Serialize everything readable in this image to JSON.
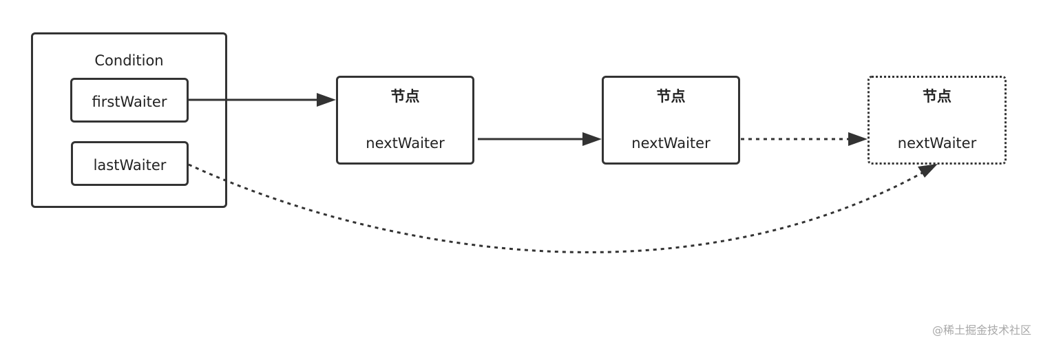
{
  "condition": {
    "title": "Condition",
    "first_field": "firstWaiter",
    "last_field": "lastWaiter"
  },
  "nodes": [
    {
      "title": "节点",
      "field": "nextWaiter",
      "style": "solid"
    },
    {
      "title": "节点",
      "field": "nextWaiter",
      "style": "solid"
    },
    {
      "title": "节点",
      "field": "nextWaiter",
      "style": "dashed"
    }
  ],
  "edges": [
    {
      "from": "firstWaiter",
      "to": "node-1",
      "style": "solid"
    },
    {
      "from": "node-1.nextWaiter",
      "to": "node-2",
      "style": "solid"
    },
    {
      "from": "node-2.nextWaiter",
      "to": "node-3",
      "style": "dashed"
    },
    {
      "from": "lastWaiter",
      "to": "node-3",
      "style": "dashed"
    }
  ],
  "watermark": "@稀土掘金技术社区",
  "colors": {
    "stroke": "#333333",
    "text": "#222222",
    "watermark": "#a8a8a8",
    "background": "#ffffff"
  }
}
